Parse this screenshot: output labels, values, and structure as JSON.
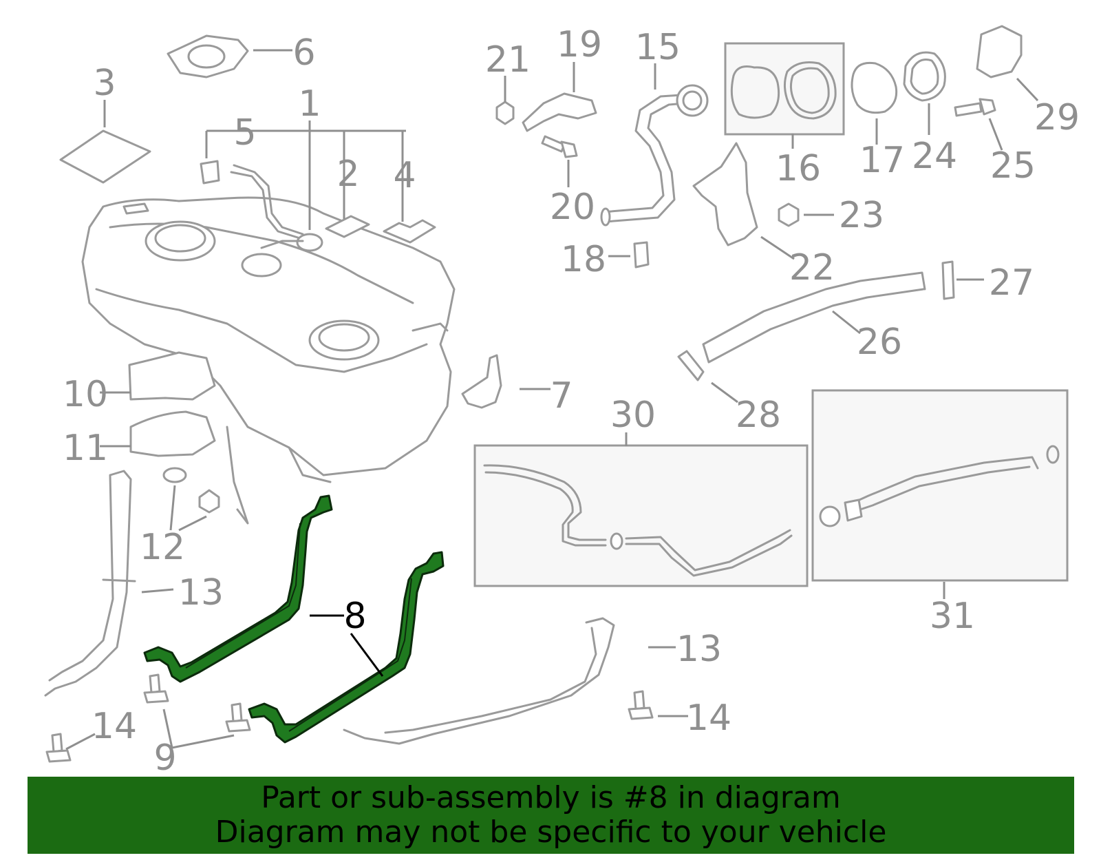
{
  "callouts": {
    "c1": "1",
    "c2": "2",
    "c3": "3",
    "c4": "4",
    "c5": "5",
    "c6": "6",
    "c7": "7",
    "c8": "8",
    "c9": "9",
    "c10": "10",
    "c11": "11",
    "c12": "12",
    "c13a": "13",
    "c13b": "13",
    "c14a": "14",
    "c14b": "14",
    "c15": "15",
    "c16": "16",
    "c17": "17",
    "c18": "18",
    "c19": "19",
    "c20": "20",
    "c21": "21",
    "c22": "22",
    "c23": "23",
    "c24": "24",
    "c25": "25",
    "c26": "26",
    "c27": "27",
    "c28": "28",
    "c29": "29",
    "c30": "30",
    "c31": "31"
  },
  "highlight": {
    "part_number": "8",
    "color": "#1f7a1f"
  },
  "banner": {
    "line1": "Part or sub-assembly is #8 in diagram",
    "line2": "Diagram may not be specific to your vehicle",
    "background": "#1b6b12"
  }
}
